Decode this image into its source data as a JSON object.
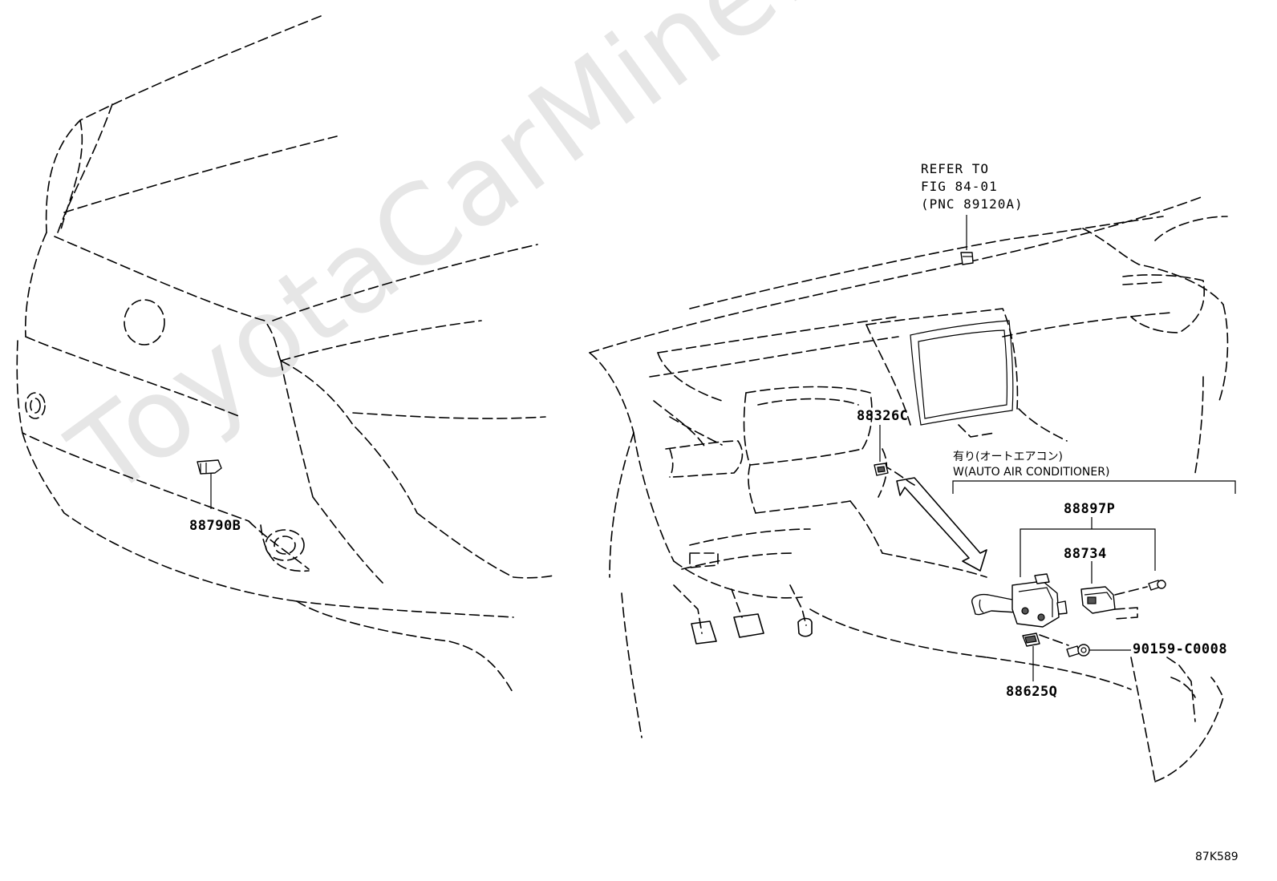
{
  "watermark": "ToyotaCarMine.ru",
  "callouts": {
    "front_sensor": "88790B",
    "dash_sensor": "88326C",
    "ac_assembly": "88897P",
    "ac_sensor": "88734",
    "connector": "88625Q",
    "bolt": "90159-C0008"
  },
  "refer_note": {
    "line1": "REFER TO",
    "line2": "FIG 84-01",
    "line3": "(PNC 89120A)"
  },
  "condition_note": {
    "jp": "有り(オートエアコン)",
    "en": "W(AUTO AIR CONDITIONER)"
  },
  "figure_number": "87K589"
}
